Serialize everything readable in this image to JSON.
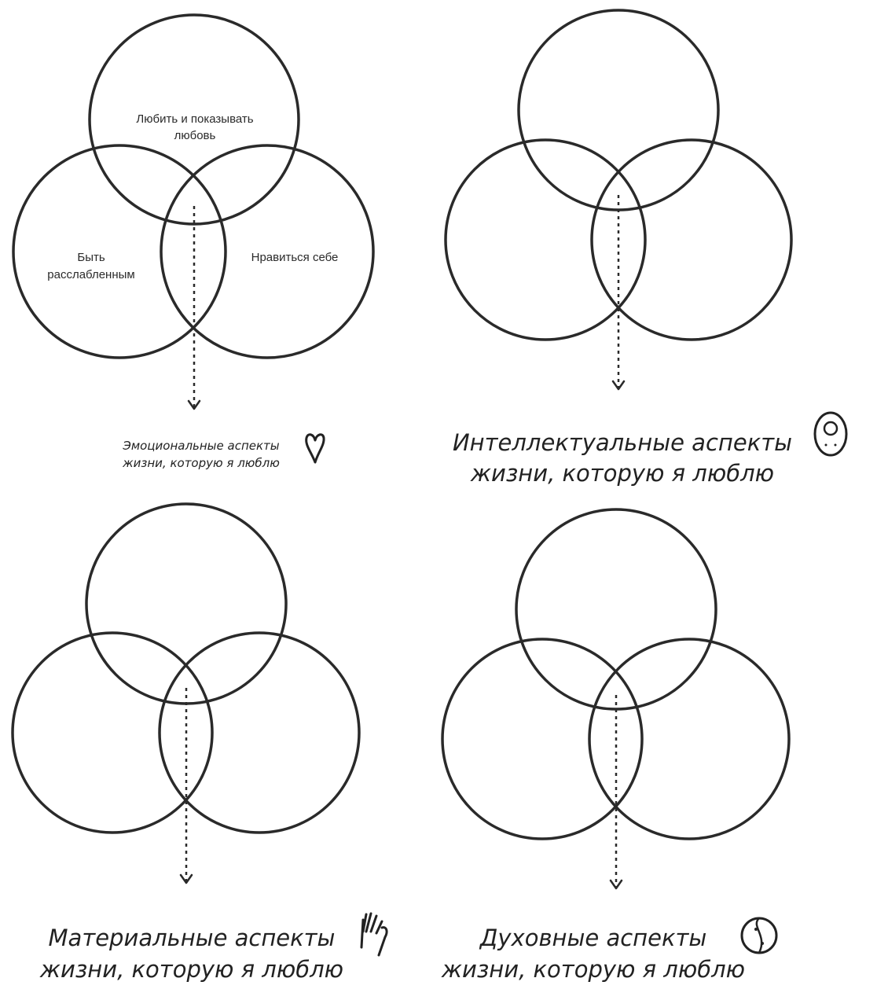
{
  "diagrams": [
    {
      "circles": [
        "Любить и показывать",
        "любовь",
        "Быть",
        "расслабленным",
        "Нравиться себе"
      ],
      "caption": [
        "Эмоциональные аспекты",
        "жизни, которую я люблю"
      ],
      "icon": "heart-icon"
    },
    {
      "caption": [
        "Интеллектуальные аспекты",
        "жизни, которую я люблю"
      ],
      "icon": "face-icon"
    },
    {
      "caption": [
        "Материальные аспекты",
        "жизни, которую я люблю"
      ],
      "icon": "hand-icon"
    },
    {
      "caption": [
        "Духовные аспекты",
        "жизни, которую я люблю"
      ],
      "icon": "yin-yang-icon"
    }
  ]
}
